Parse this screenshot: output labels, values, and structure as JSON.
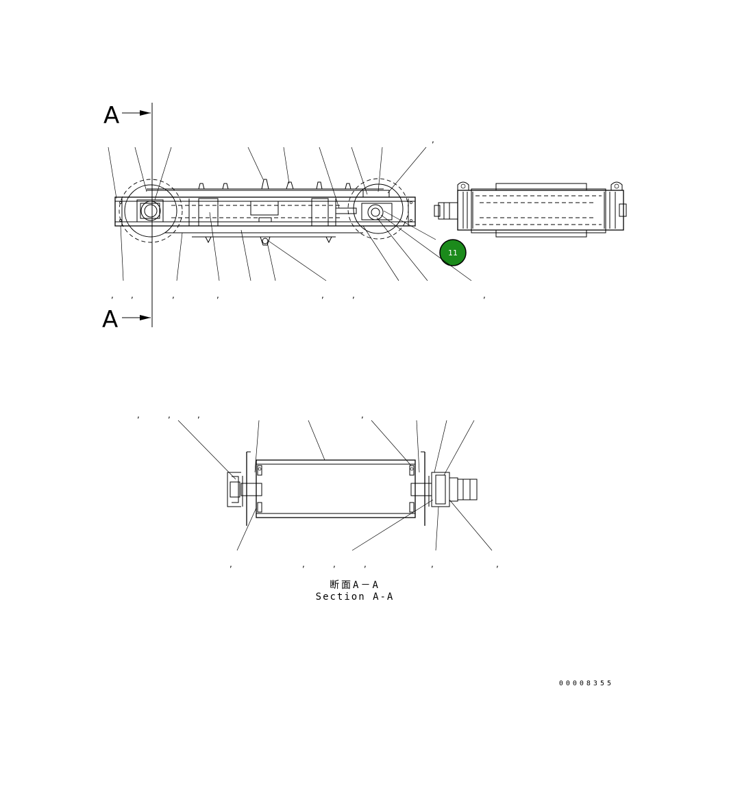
{
  "section_marker": {
    "letter_top": "A",
    "letter_bottom": "A"
  },
  "callout": {
    "number": "11",
    "color": "#1b8a1b"
  },
  "caption": {
    "japanese": "断面A－A",
    "english": "Section A-A"
  },
  "drawing_number": "00008355",
  "comma_glyph": ","
}
